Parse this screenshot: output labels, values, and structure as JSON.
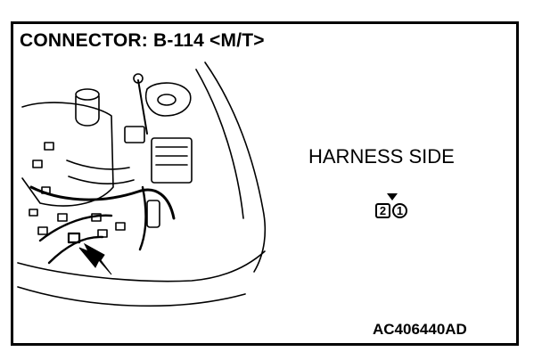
{
  "diagram": {
    "title": "CONNECTOR: B-114 <M/T>",
    "harness_label": "HARNESS SIDE",
    "pin_left": "2",
    "pin_right": "1",
    "figure_code": "AC406440AD"
  },
  "colors": {
    "line": "#000000",
    "background": "#ffffff"
  }
}
